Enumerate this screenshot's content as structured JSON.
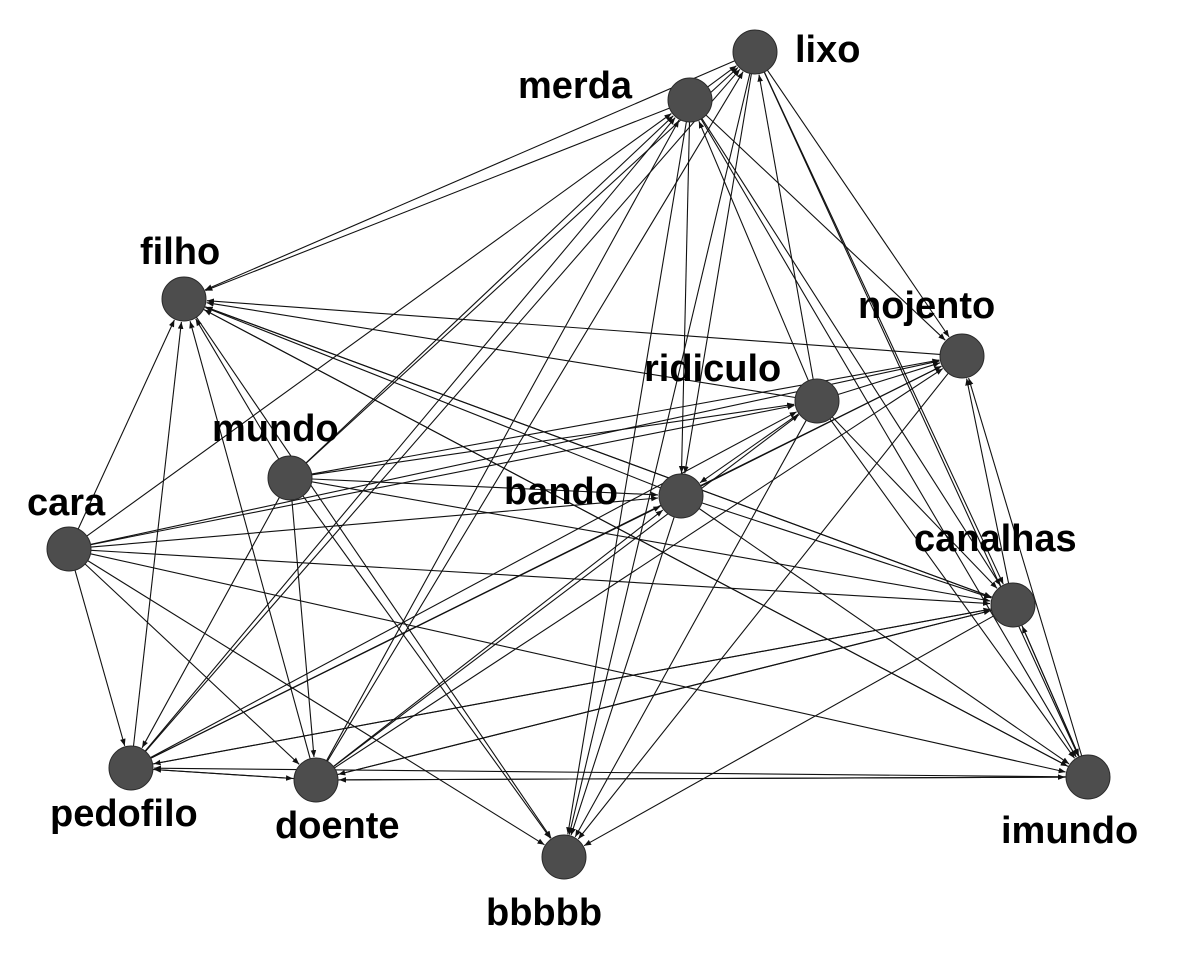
{
  "graph": {
    "nodes": [
      {
        "id": "lixo",
        "label": "lixo"
      },
      {
        "id": "merda",
        "label": "merda"
      },
      {
        "id": "filho",
        "label": "filho"
      },
      {
        "id": "nojento",
        "label": "nojento"
      },
      {
        "id": "ridiculo",
        "label": "ridiculo"
      },
      {
        "id": "mundo",
        "label": "mundo"
      },
      {
        "id": "bando",
        "label": "bando"
      },
      {
        "id": "cara",
        "label": "cara"
      },
      {
        "id": "canalhas",
        "label": "canalhas"
      },
      {
        "id": "pedofilo",
        "label": "pedofilo"
      },
      {
        "id": "doente",
        "label": "doente"
      },
      {
        "id": "imundo",
        "label": "imundo"
      },
      {
        "id": "bbbbb",
        "label": "bbbbb"
      }
    ],
    "edges": [
      {
        "source": "merda",
        "target": "lixo"
      },
      {
        "source": "merda",
        "target": "filho"
      },
      {
        "source": "lixo",
        "target": "filho"
      },
      {
        "source": "merda",
        "target": "nojento"
      },
      {
        "source": "lixo",
        "target": "nojento"
      },
      {
        "source": "merda",
        "target": "canalhas"
      },
      {
        "source": "lixo",
        "target": "canalhas"
      },
      {
        "source": "merda",
        "target": "bando"
      },
      {
        "source": "lixo",
        "target": "bando"
      },
      {
        "source": "merda",
        "target": "imundo"
      },
      {
        "source": "lixo",
        "target": "imundo"
      },
      {
        "source": "merda",
        "target": "bbbbb"
      },
      {
        "source": "lixo",
        "target": "bbbbb"
      },
      {
        "source": "mundo",
        "target": "merda"
      },
      {
        "source": "mundo",
        "target": "lixo"
      },
      {
        "source": "cara",
        "target": "merda"
      },
      {
        "source": "pedofilo",
        "target": "merda"
      },
      {
        "source": "pedofilo",
        "target": "lixo"
      },
      {
        "source": "doente",
        "target": "merda"
      },
      {
        "source": "doente",
        "target": "lixo"
      },
      {
        "source": "ridiculo",
        "target": "merda"
      },
      {
        "source": "ridiculo",
        "target": "lixo"
      },
      {
        "source": "nojento",
        "target": "filho"
      },
      {
        "source": "ridiculo",
        "target": "filho"
      },
      {
        "source": "bando",
        "target": "filho"
      },
      {
        "source": "canalhas",
        "target": "filho"
      },
      {
        "source": "imundo",
        "target": "filho"
      },
      {
        "source": "mundo",
        "target": "filho"
      },
      {
        "source": "cara",
        "target": "filho"
      },
      {
        "source": "pedofilo",
        "target": "filho"
      },
      {
        "source": "doente",
        "target": "filho"
      },
      {
        "source": "mundo",
        "target": "nojento"
      },
      {
        "source": "mundo",
        "target": "ridiculo"
      },
      {
        "source": "mundo",
        "target": "bando"
      },
      {
        "source": "mundo",
        "target": "canalhas"
      },
      {
        "source": "mundo",
        "target": "pedofilo"
      },
      {
        "source": "mundo",
        "target": "doente"
      },
      {
        "source": "mundo",
        "target": "bbbbb"
      },
      {
        "source": "cara",
        "target": "nojento"
      },
      {
        "source": "cara",
        "target": "ridiculo"
      },
      {
        "source": "cara",
        "target": "bando"
      },
      {
        "source": "cara",
        "target": "canalhas"
      },
      {
        "source": "cara",
        "target": "imundo"
      },
      {
        "source": "cara",
        "target": "pedofilo"
      },
      {
        "source": "cara",
        "target": "doente"
      },
      {
        "source": "cara",
        "target": "bbbbb"
      },
      {
        "source": "ridiculo",
        "target": "nojento"
      },
      {
        "source": "bando",
        "target": "nojento"
      },
      {
        "source": "canalhas",
        "target": "nojento"
      },
      {
        "source": "imundo",
        "target": "nojento"
      },
      {
        "source": "ridiculo",
        "target": "bando"
      },
      {
        "source": "ridiculo",
        "target": "canalhas"
      },
      {
        "source": "ridiculo",
        "target": "imundo"
      },
      {
        "source": "ridiculo",
        "target": "bbbbb"
      },
      {
        "source": "bando",
        "target": "canalhas"
      },
      {
        "source": "bando",
        "target": "imundo"
      },
      {
        "source": "bando",
        "target": "bbbbb"
      },
      {
        "source": "canalhas",
        "target": "imundo"
      },
      {
        "source": "imundo",
        "target": "canalhas"
      },
      {
        "source": "canalhas",
        "target": "pedofilo"
      },
      {
        "source": "canalhas",
        "target": "doente"
      },
      {
        "source": "canalhas",
        "target": "bbbbb"
      },
      {
        "source": "imundo",
        "target": "pedofilo"
      },
      {
        "source": "imundo",
        "target": "doente"
      },
      {
        "source": "doente",
        "target": "pedofilo"
      },
      {
        "source": "doente",
        "target": "imundo"
      },
      {
        "source": "doente",
        "target": "bando"
      },
      {
        "source": "doente",
        "target": "ridiculo"
      },
      {
        "source": "doente",
        "target": "nojento"
      },
      {
        "source": "doente",
        "target": "canalhas"
      },
      {
        "source": "pedofilo",
        "target": "bando"
      },
      {
        "source": "pedofilo",
        "target": "ridiculo"
      },
      {
        "source": "pedofilo",
        "target": "nojento"
      },
      {
        "source": "pedofilo",
        "target": "canalhas"
      },
      {
        "source": "pedofilo",
        "target": "doente"
      },
      {
        "source": "nojento",
        "target": "bbbbb"
      },
      {
        "source": "filho",
        "target": "bbbbb"
      },
      {
        "source": "filho",
        "target": "canalhas"
      },
      {
        "source": "filho",
        "target": "imundo"
      }
    ]
  }
}
